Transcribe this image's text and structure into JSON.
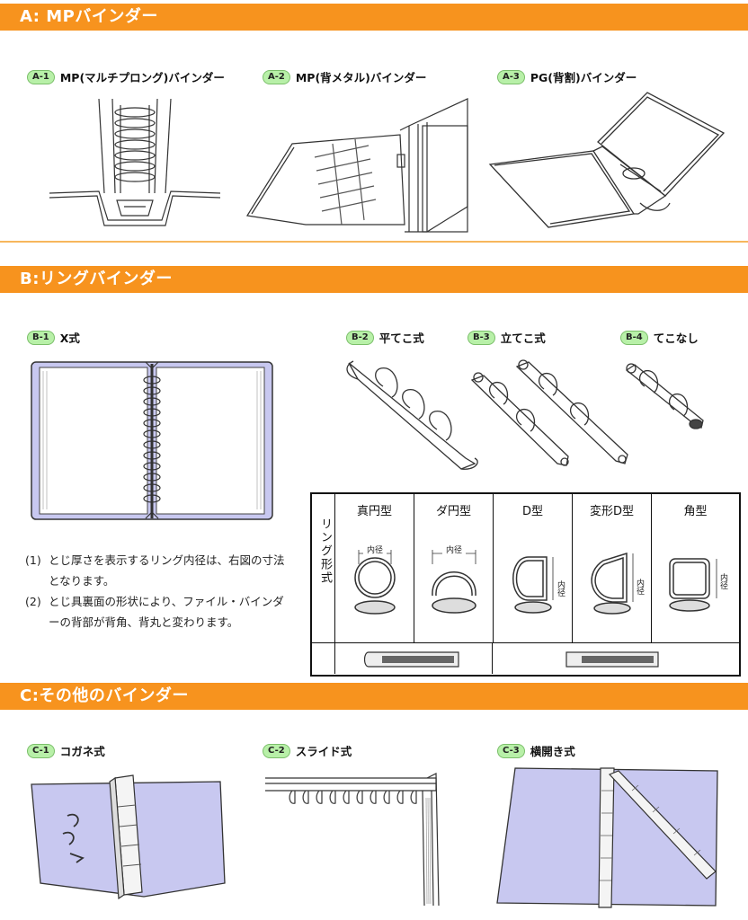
{
  "sections": {
    "a": {
      "title": "A: MPバインダー",
      "items": [
        {
          "badge": "A-1",
          "label": "MP(マルチプロング)バインダー"
        },
        {
          "badge": "A-2",
          "label": "MP(背メタル)バインダー"
        },
        {
          "badge": "A-3",
          "label": "PG(背割)バインダー"
        }
      ]
    },
    "b": {
      "title": "B:リングバインダー",
      "items": [
        {
          "badge": "B-1",
          "label": "X式"
        },
        {
          "badge": "B-2",
          "label": "平てこ式"
        },
        {
          "badge": "B-3",
          "label": "立てこ式"
        },
        {
          "badge": "B-4",
          "label": "てこなし"
        }
      ],
      "notes": [
        {
          "num": "(1)",
          "text": "とじ厚さを表示するリング内径は、右図の寸法となります。"
        },
        {
          "num": "(2)",
          "text": "とじ具裏面の形状により、ファイル・バインダーの背部が背角、背丸と変わります。"
        }
      ],
      "ring_table": {
        "row_header": "リング形式",
        "columns": [
          "真円型",
          "ダ円型",
          "D型",
          "変形D型",
          "角型"
        ],
        "inner_label": "内径"
      }
    },
    "c": {
      "title": "C:その他のバインダー",
      "items": [
        {
          "badge": "C-1",
          "label": "コガネ式"
        },
        {
          "badge": "C-2",
          "label": "スライド式"
        },
        {
          "badge": "C-3",
          "label": "横開き式"
        }
      ]
    }
  },
  "colors": {
    "header": "#f7931e",
    "badge": "#b8f0a8",
    "cover": "#c8c8f0"
  }
}
